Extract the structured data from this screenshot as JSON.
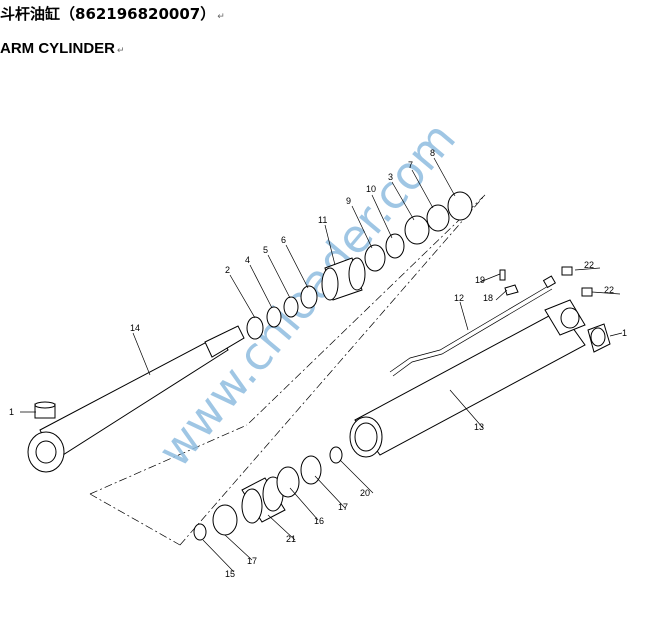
{
  "title_cn": "斗杆油缸（862196820007）",
  "title_en": "ARM CYLINDER",
  "return_mark": "↵",
  "watermark": "www.cnloader.com",
  "watermark_color": "#8fbde0",
  "labels": {
    "l1a": "1",
    "l1b": "1",
    "l2": "2",
    "l4": "4",
    "l5": "5",
    "l6": "6",
    "l7": "7",
    "l8": "8",
    "l9": "9",
    "l10": "10",
    "l11": "11",
    "l12": "12",
    "l13": "13",
    "l14": "14",
    "l15": "15",
    "l16": "16",
    "l17a": "17",
    "l17b": "17",
    "l18": "18",
    "l19": "19",
    "l20": "20",
    "l21": "21",
    "l22a": "22",
    "l22b": "22",
    "l3": "3"
  }
}
